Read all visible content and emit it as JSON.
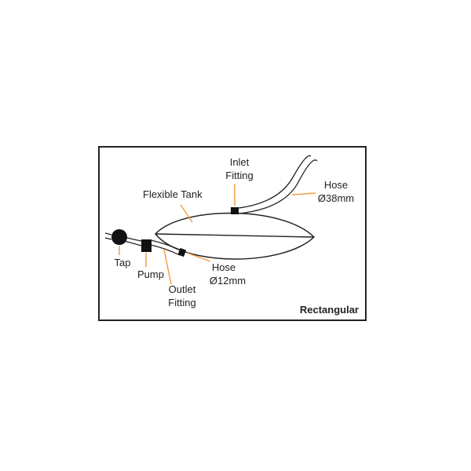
{
  "labels": {
    "inlet_line1": "Inlet",
    "inlet_line2": "Fitting",
    "hose_large_line1": "Hose",
    "hose_large_line2": "Ø38mm",
    "flexible_tank": "Flexible Tank",
    "tap": "Tap",
    "pump": "Pump",
    "hose_small_line1": "Hose",
    "hose_small_line2": "Ø12mm",
    "outlet_line1": "Outlet",
    "outlet_line2": "Fitting",
    "shape_type": "Rectangular"
  },
  "colors": {
    "outline": "#222222",
    "leader": "#f39a3a",
    "background": "#ffffff"
  }
}
